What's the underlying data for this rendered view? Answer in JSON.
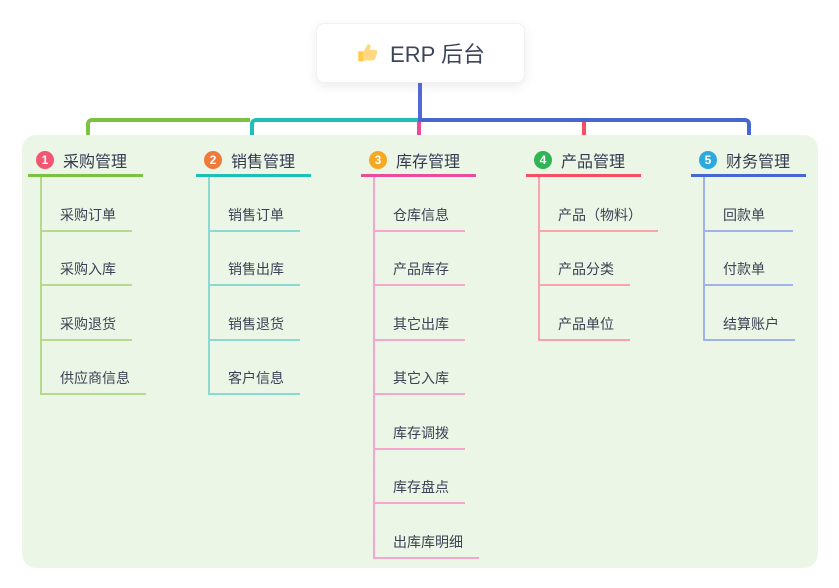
{
  "root": {
    "label": "ERP 后台",
    "icon": "thumbs-up-icon"
  },
  "colors": {
    "root_line": "#5567D6",
    "panel_bg": "#ECF6E6",
    "text": "#3A4254"
  },
  "branches": [
    {
      "index": "1",
      "title": "采购管理",
      "badge_color": "#F25670",
      "line_color": "#7CC242",
      "light_color": "#B5DA8F",
      "children": [
        "采购订单",
        "采购入库",
        "采购退货",
        "供应商信息"
      ]
    },
    {
      "index": "2",
      "title": "销售管理",
      "badge_color": "#F0793C",
      "line_color": "#1EBFB4",
      "light_color": "#8BD9D0",
      "children": [
        "销售订单",
        "销售出库",
        "销售退货",
        "客户信息"
      ]
    },
    {
      "index": "3",
      "title": "库存管理",
      "badge_color": "#F7A823",
      "line_color": "#EA4C9C",
      "light_color": "#F5A6CD",
      "children": [
        "仓库信息",
        "产品库存",
        "其它出库",
        "其它入库",
        "库存调拨",
        "库存盘点",
        "出库库明细"
      ]
    },
    {
      "index": "4",
      "title": "产品管理",
      "badge_color": "#30B455",
      "line_color": "#F44F63",
      "light_color": "#F9A3AD",
      "children": [
        "产品（物料）",
        "产品分类",
        "产品单位"
      ]
    },
    {
      "index": "5",
      "title": "财务管理",
      "badge_color": "#2BA9DD",
      "line_color": "#4667D2",
      "light_color": "#9FB3E8",
      "children": [
        "回款单",
        "付款单",
        "结算账户"
      ]
    }
  ]
}
